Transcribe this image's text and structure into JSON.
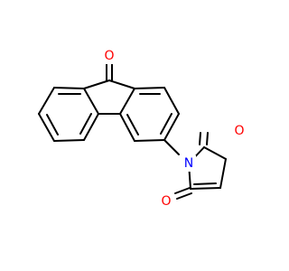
{
  "colors": {
    "background": "#ffffff",
    "bond": "#000000",
    "oxygen": "#ff0000",
    "nitrogen": "#0000ff"
  },
  "atoms": {
    "ketone_oxygen": "O",
    "imide_oxygen_top": "O",
    "imide_oxygen_bottom": "O",
    "imide_nitrogen": "N"
  }
}
